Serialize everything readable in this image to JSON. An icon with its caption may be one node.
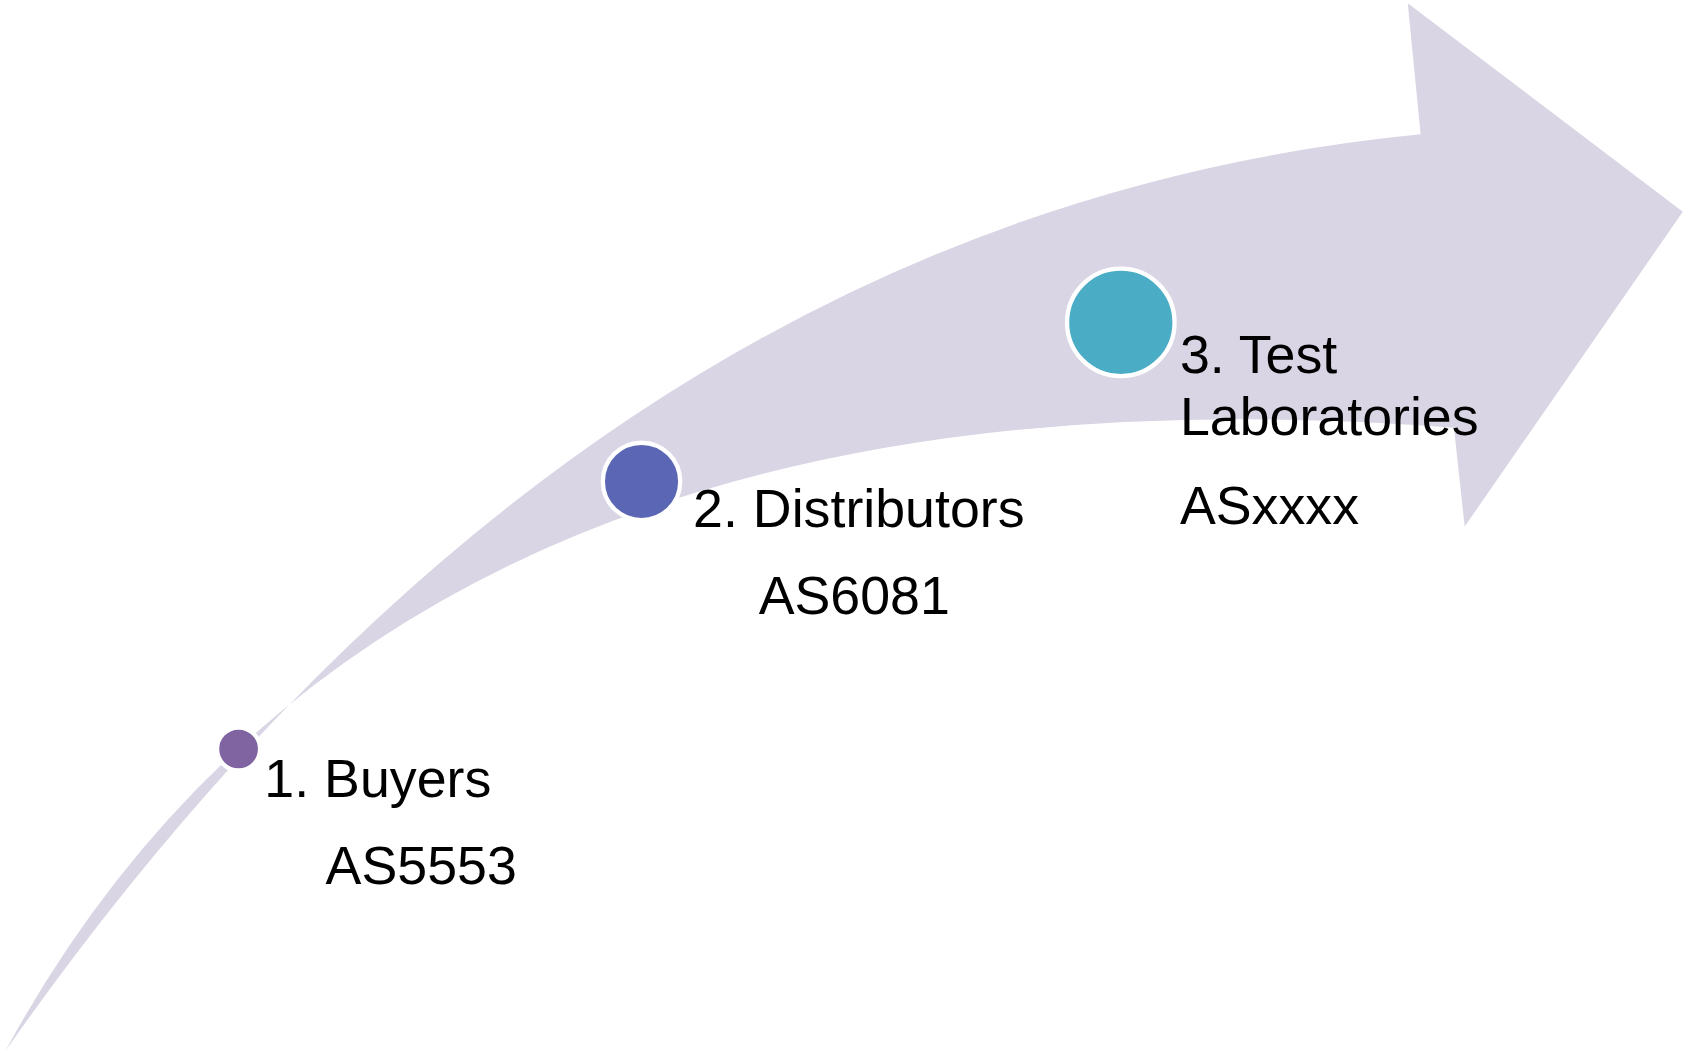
{
  "diagram": {
    "nodes": [
      {
        "text": [],
        "shape": "circle",
        "beside": [
          "1. Buyers",
          "AS5553"
        ]
      },
      {
        "text": [],
        "shape": "circle",
        "beside": [
          "2. Distributors",
          "AS6081"
        ]
      },
      {
        "text": [],
        "shape": "circle",
        "beside": [
          "3. Test Laboratories",
          "ASxxxx"
        ]
      }
    ],
    "edges": []
  }
}
